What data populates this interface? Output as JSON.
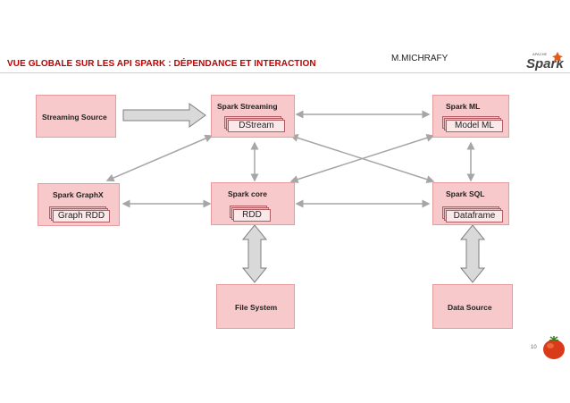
{
  "header": {
    "title": "VUE GLOBALE SUR LES API SPARK : DÉPENDANCE ET INTERACTION",
    "author": "M.MICHRAFY",
    "logo_text": "Spark",
    "logo_subtext": "APACHE"
  },
  "boxes": {
    "streaming_source": {
      "label": "Streaming Source"
    },
    "spark_streaming": {
      "label": "Spark Streaming",
      "item": "DStream"
    },
    "spark_ml": {
      "label": "Spark ML",
      "item": "Model ML"
    },
    "spark_graphx": {
      "label": "Spark GraphX",
      "item": "Graph RDD"
    },
    "spark_core": {
      "label": "Spark core",
      "item": "RDD"
    },
    "spark_sql": {
      "label": "Spark SQL",
      "item": "Dataframe"
    },
    "file_system": {
      "label": "File System"
    },
    "data_source": {
      "label": "Data Source"
    }
  },
  "footer": {
    "page_number": "10"
  },
  "colors": {
    "box_fill": "#f8c9cb",
    "box_border": "#e59a9e",
    "arrow": "#a6a6a6",
    "title": "#c00000"
  }
}
